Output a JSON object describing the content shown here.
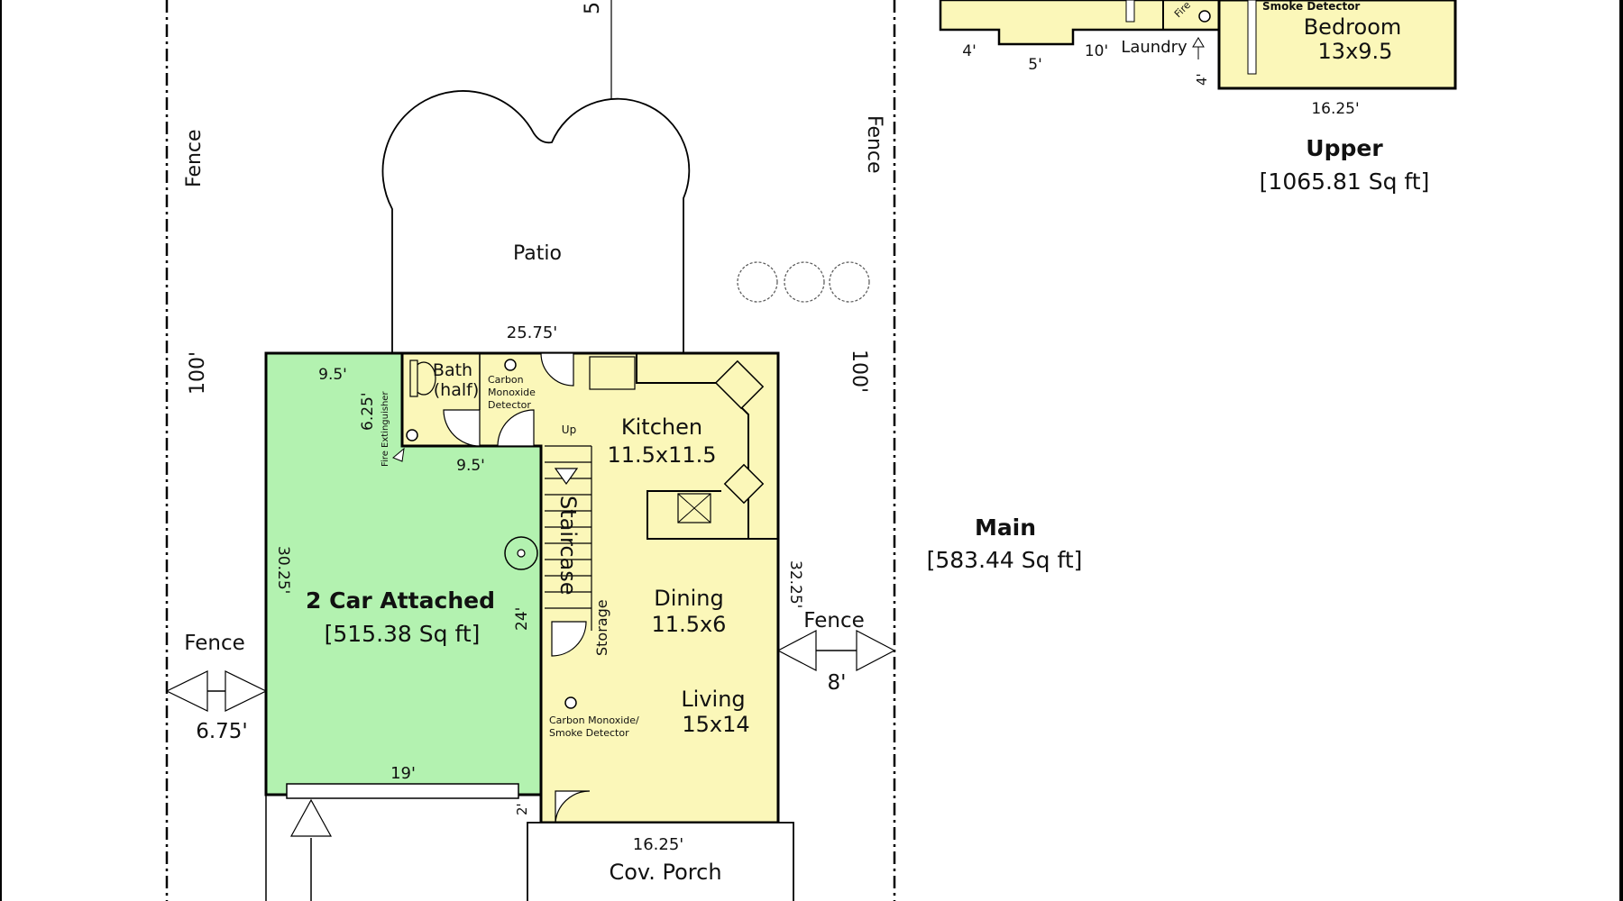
{
  "colors": {
    "background": "#ffffff",
    "frame": "#000000",
    "garage_fill": "#b3f2b0",
    "house_fill": "#fbf7b9",
    "line": "#000000"
  },
  "labels": {
    "top_arrow": "5",
    "fence_left": "Fence",
    "fence_right": "Fence",
    "fence_side_left": "Fence",
    "fence_side_right": "Fence",
    "lot_depth_left": "100'",
    "lot_depth_right": "100'",
    "patio": "Patio",
    "dim_top_house": "25.75'",
    "dim_garage_top": "9.5'",
    "dim_bath_side": "6.25'",
    "dim_bath_bottom": "9.5'",
    "dim_garage_left": "30.25'",
    "dim_garage_inner": "24'",
    "dim_house_right": "32.25'",
    "dim_garage_bottom": "19'",
    "dim_small_2": "2'",
    "dim_porch": "16.25'",
    "setback_left": "6.75'",
    "setback_right": "8'",
    "fire_extinguisher": "Fire Extinguisher",
    "co_detector_top_1": "Carbon",
    "co_detector_top_2": "Monoxide",
    "co_detector_top_3": "Detector",
    "co_smoke_1": "Carbon Monoxide/",
    "co_smoke_2": "Smoke Detector",
    "stairs_up": "Up",
    "staircase": "Staircase",
    "storage": "Storage",
    "porch": "Cov. Porch"
  },
  "rooms": {
    "bath_name": "Bath",
    "bath_note": "(half)",
    "kitchen_name": "Kitchen",
    "kitchen_size": "11.5x11.5",
    "dining_name": "Dining",
    "dining_size": "11.5x6",
    "living_name": "Living",
    "living_size": "15x14",
    "garage_name": "2 Car Attached",
    "garage_area": "[515.38 Sq ft]"
  },
  "main_level": {
    "name": "Main",
    "area": "[583.44 Sq ft]"
  },
  "upper_level": {
    "name": "Upper",
    "area": "[1065.81 Sq ft]",
    "bedroom_name": "Bedroom",
    "bedroom_size": "13x9.5",
    "laundry": "Laundry",
    "fire_label": "Fire",
    "smoke_detector": "Smoke Detector",
    "dim_4a": "4'",
    "dim_5": "5'",
    "dim_10": "10'",
    "dim_4b": "4'",
    "dim_1625": "16.25'"
  }
}
